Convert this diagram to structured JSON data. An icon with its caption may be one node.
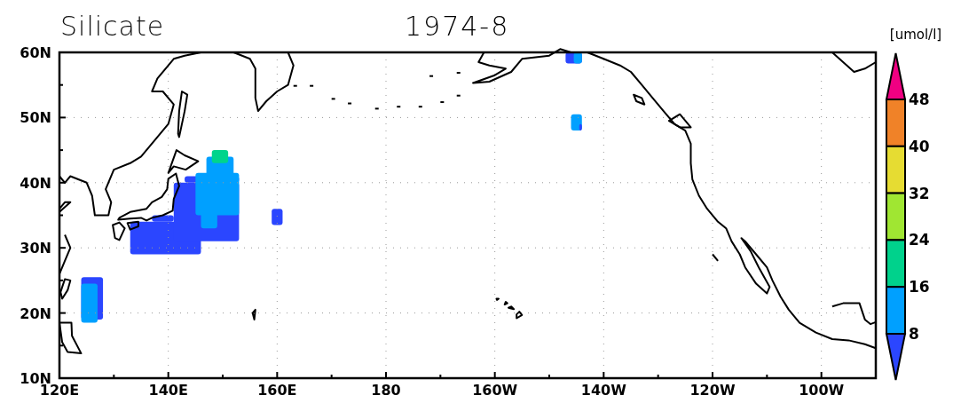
{
  "diagram": {
    "title": "Silicate",
    "labels": [
      "1974-8",
      "[umol/l]",
      "60N",
      "50N",
      "40N",
      "30N",
      "20N",
      "10N",
      "120E",
      "140E",
      "160E",
      "180",
      "160W",
      "140W",
      "120W",
      "100W",
      "48",
      "40",
      "32",
      "24",
      "16",
      "8"
    ]
  }
}
